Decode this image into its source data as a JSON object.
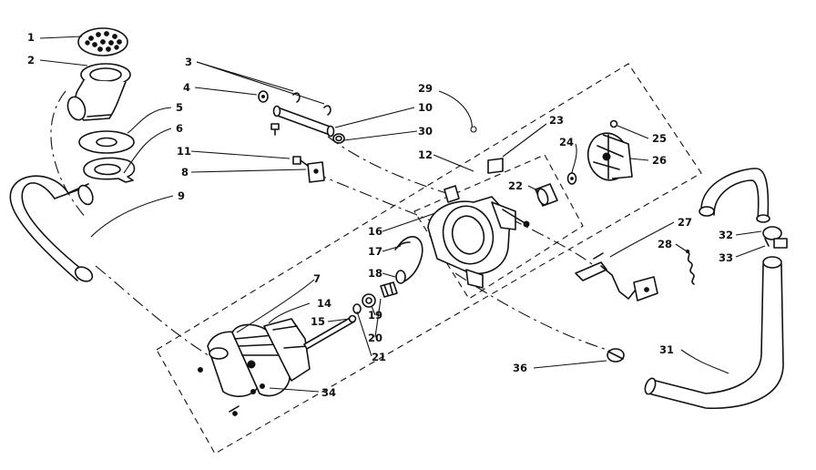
{
  "diagram": {
    "callouts": [
      {
        "id": "1",
        "text": "1"
      },
      {
        "id": "2",
        "text": "2"
      },
      {
        "id": "3",
        "text": "3"
      },
      {
        "id": "4",
        "text": "4"
      },
      {
        "id": "5",
        "text": "5"
      },
      {
        "id": "6",
        "text": "6"
      },
      {
        "id": "7",
        "text": "7"
      },
      {
        "id": "8",
        "text": "8"
      },
      {
        "id": "9",
        "text": "9"
      },
      {
        "id": "10",
        "text": "10"
      },
      {
        "id": "11",
        "text": "11"
      },
      {
        "id": "12",
        "text": "12"
      },
      {
        "id": "14",
        "text": "14"
      },
      {
        "id": "15",
        "text": "15"
      },
      {
        "id": "16",
        "text": "16"
      },
      {
        "id": "17",
        "text": "17"
      },
      {
        "id": "18",
        "text": "18"
      },
      {
        "id": "19",
        "text": "19"
      },
      {
        "id": "20",
        "text": "20"
      },
      {
        "id": "21",
        "text": "21"
      },
      {
        "id": "22",
        "text": "22"
      },
      {
        "id": "23",
        "text": "23"
      },
      {
        "id": "24",
        "text": "24"
      },
      {
        "id": "25",
        "text": "25"
      },
      {
        "id": "26",
        "text": "26"
      },
      {
        "id": "27",
        "text": "27"
      },
      {
        "id": "28",
        "text": "28"
      },
      {
        "id": "29",
        "text": "29"
      },
      {
        "id": "30",
        "text": "30"
      },
      {
        "id": "31",
        "text": "31"
      },
      {
        "id": "32",
        "text": "32"
      },
      {
        "id": "33",
        "text": "33"
      },
      {
        "id": "34",
        "text": "34"
      },
      {
        "id": "36",
        "text": "36"
      }
    ],
    "colors": {
      "ink": "#111111",
      "paper": "#ffffff"
    }
  }
}
